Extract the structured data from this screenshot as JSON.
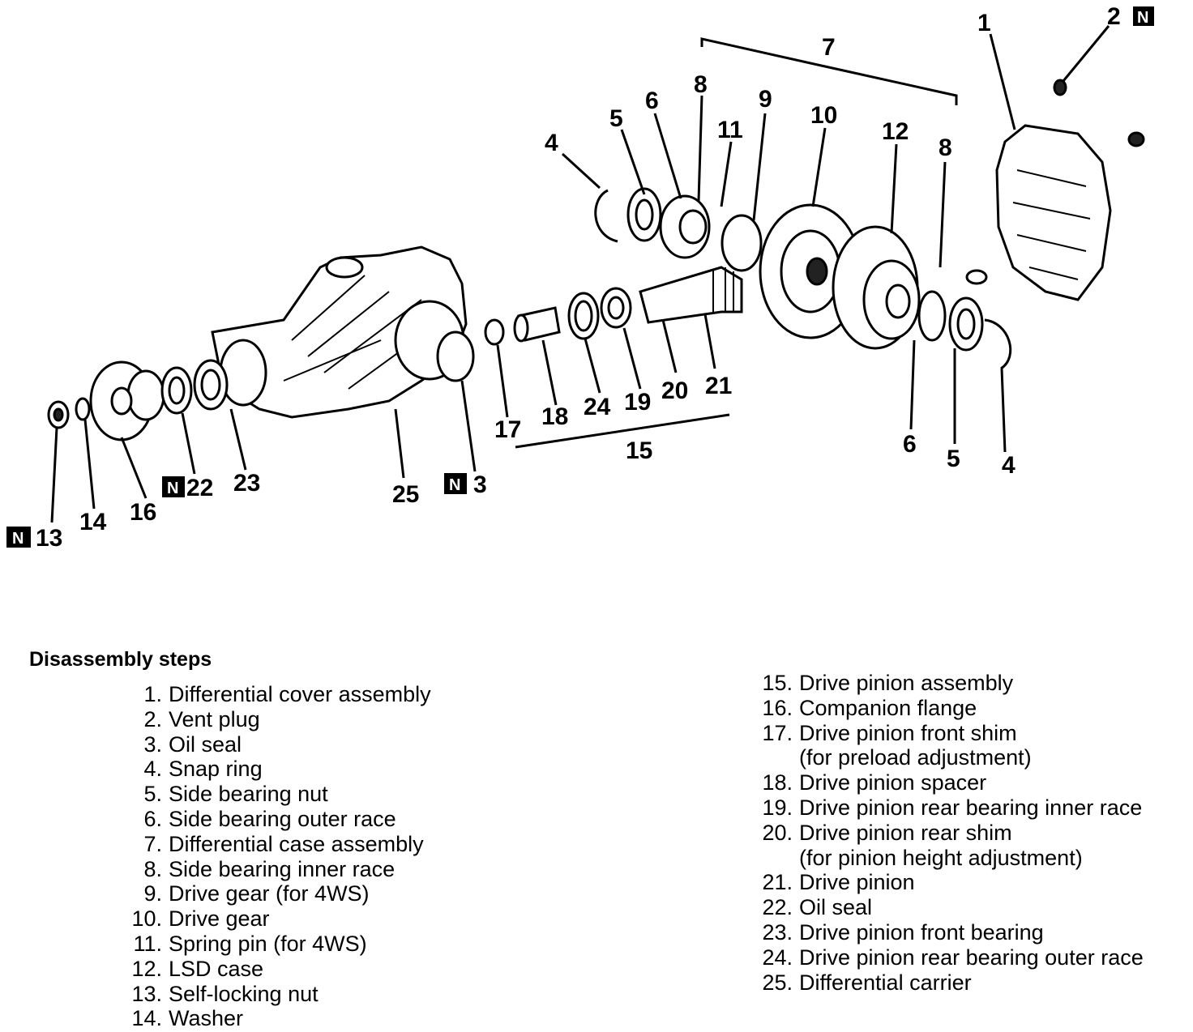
{
  "callouts": {
    "c1": "1",
    "c2": "2",
    "c3": "3",
    "c4a": "4",
    "c4b": "4",
    "c5a": "5",
    "c5b": "5",
    "c6a": "6",
    "c6b": "6",
    "c7": "7",
    "c8a": "8",
    "c8b": "8",
    "c9": "9",
    "c10": "10",
    "c11": "11",
    "c12": "12",
    "c13": "13",
    "c14": "14",
    "c15": "15",
    "c16": "16",
    "c17": "17",
    "c18": "18",
    "c19": "19",
    "c20": "20",
    "c21": "21",
    "c22": "22",
    "c23": "23",
    "c24": "24",
    "c25": "25"
  },
  "badge": "N",
  "steps_title": "Disassembly steps",
  "steps_left": [
    {
      "num": "1.",
      "text": "Differential cover assembly"
    },
    {
      "num": "2.",
      "text": "Vent plug"
    },
    {
      "num": "3.",
      "text": "Oil seal"
    },
    {
      "num": "4.",
      "text": "Snap ring"
    },
    {
      "num": "5.",
      "text": "Side bearing nut"
    },
    {
      "num": "6.",
      "text": "Side bearing outer race"
    },
    {
      "num": "7.",
      "text": "Differential case assembly"
    },
    {
      "num": "8.",
      "text": "Side bearing inner race"
    },
    {
      "num": "9.",
      "text": "Drive gear (for 4WS)"
    },
    {
      "num": "10.",
      "text": "Drive gear"
    },
    {
      "num": "11.",
      "text": "Spring pin (for 4WS)"
    },
    {
      "num": "12.",
      "text": "LSD case"
    },
    {
      "num": "13.",
      "text": "Self-locking nut"
    },
    {
      "num": "14.",
      "text": "Washer"
    }
  ],
  "steps_right": [
    {
      "num": "15.",
      "text": "Drive pinion assembly"
    },
    {
      "num": "16.",
      "text": "Companion flange"
    },
    {
      "num": "17.",
      "text": "Drive pinion front shim",
      "sub": "(for preload adjustment)"
    },
    {
      "num": "18.",
      "text": "Drive pinion spacer"
    },
    {
      "num": "19.",
      "text": "Drive pinion rear bearing inner race"
    },
    {
      "num": "20.",
      "text": "Drive pinion rear shim",
      "sub": "(for pinion height adjustment)"
    },
    {
      "num": "21.",
      "text": "Drive pinion"
    },
    {
      "num": "22.",
      "text": "Oil seal"
    },
    {
      "num": "23.",
      "text": "Drive pinion front bearing"
    },
    {
      "num": "24.",
      "text": "Drive pinion rear bearing outer race"
    },
    {
      "num": "25.",
      "text": "Differential carrier"
    }
  ]
}
